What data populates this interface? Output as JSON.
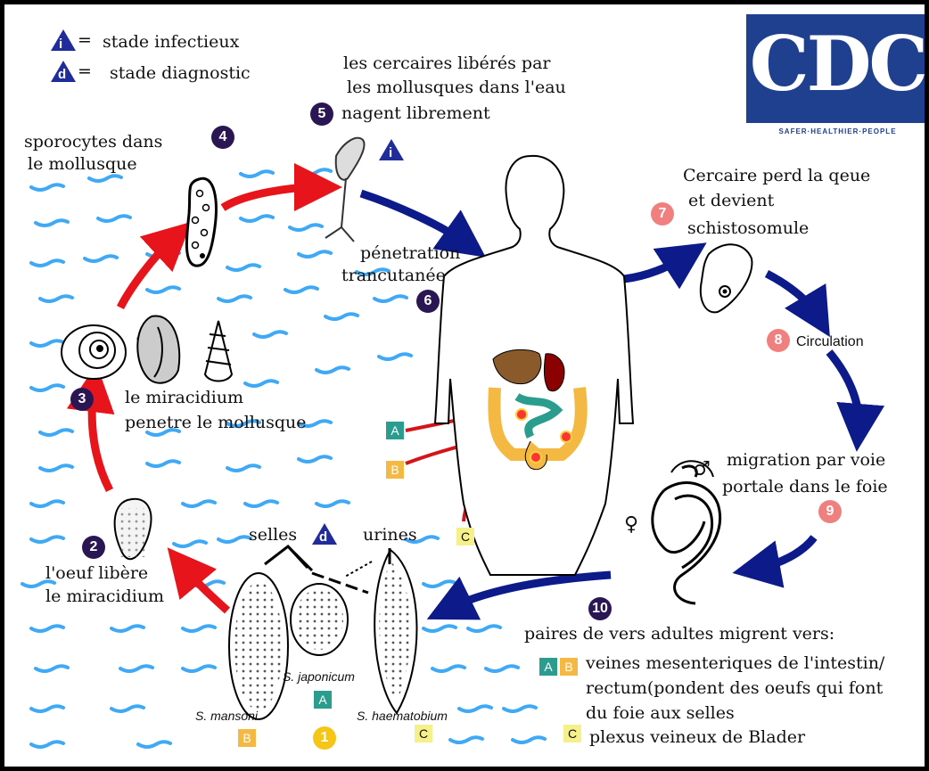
{
  "legend": {
    "infectious_symbol": "i",
    "infectious_label": "stade infectieux",
    "diagnostic_symbol": "d",
    "diagnostic_label": "stade diagnostic",
    "equals": "="
  },
  "logo": {
    "text": "CDC",
    "tagline": "SAFER·HEALTHIER·PEOPLE",
    "color": "#1f3f8f"
  },
  "steps": {
    "s1": {
      "num": "1"
    },
    "s2": {
      "num": "2",
      "line1": "l'oeuf libère",
      "line2": "le miracidium"
    },
    "s3": {
      "num": "3",
      "line1": "le miracidium",
      "line2": "penetre le mollusque"
    },
    "s4": {
      "num": "4",
      "line1": "sporocytes dans",
      "line2": "le mollusque"
    },
    "s5": {
      "num": "5",
      "line1": "les cercaires libérés par",
      "line2": "les mollusques dans l'eau",
      "line3": "nagent librement"
    },
    "s6": {
      "num": "6",
      "line1": "pénetration",
      "line2": "trancutanée"
    },
    "s7": {
      "num": "7",
      "line1": "Cercaire perd la qeue",
      "line2": "et devient",
      "line3": "schistosomule"
    },
    "s8": {
      "num": "8",
      "label": "Circulation"
    },
    "s9": {
      "num": "9",
      "line1": "migration par voie",
      "line2": "portale dans le foie"
    },
    "s10": {
      "num": "10",
      "line1": "paires de vers adultes migrent vers:",
      "line2": "veines mesenteriques de l'intestin/",
      "line3": "rectum(pondent des oeufs qui font",
      "line4": "du foie aux selles",
      "line5": "plexus veineux de Blader"
    }
  },
  "eggs": {
    "selles": "selles",
    "urines": "urines",
    "mansoni": "S. mansoni",
    "japonicum": "S. japonicum",
    "haematobium": "S. haematobium"
  },
  "badges": {
    "a": "A",
    "b": "B",
    "c": "C"
  },
  "symbols": {
    "male": "♂",
    "female": "♀"
  },
  "colors": {
    "red_arrow": "#e8141b",
    "blue_arrow": "#0d1a8a",
    "water": "#3fa9f5",
    "dark_circle": "#2b1654",
    "pink_circle": "#f08080",
    "yellow_circle": "#f5c518"
  }
}
